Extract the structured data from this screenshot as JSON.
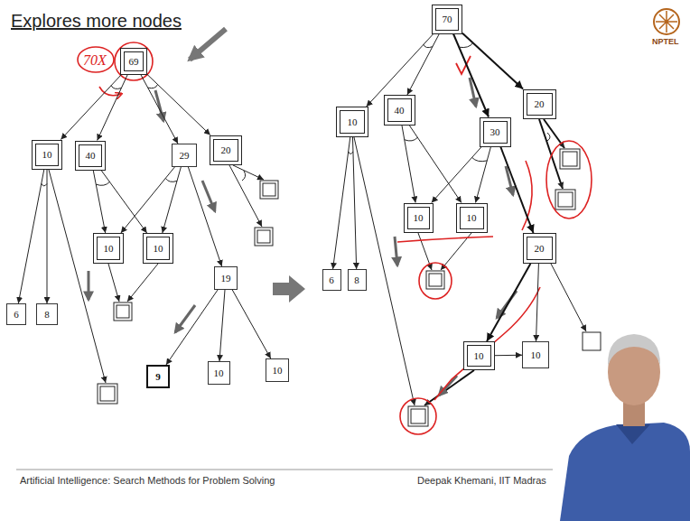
{
  "diagram": {
    "title": "Explores more nodes",
    "nodes": [
      {
        "text": [
          "69"
        ]
      },
      {
        "text": [
          "10"
        ]
      },
      {
        "text": [
          "40"
        ]
      },
      {
        "text": [
          "29"
        ]
      },
      {
        "text": [
          "20"
        ]
      },
      {
        "text": [
          "10"
        ]
      },
      {
        "text": [
          "10"
        ]
      },
      {
        "text": [
          "19"
        ]
      },
      {
        "text": [
          "6"
        ]
      },
      {
        "text": [
          "8"
        ]
      },
      {
        "text": [
          "9"
        ]
      },
      {
        "text": [
          "10"
        ]
      },
      {
        "text": [
          "10"
        ]
      },
      {
        "text": [
          "70"
        ]
      },
      {
        "text": [
          "10"
        ]
      },
      {
        "text": [
          "40"
        ]
      },
      {
        "text": [
          "30"
        ]
      },
      {
        "text": [
          "20"
        ]
      },
      {
        "text": [
          "10"
        ]
      },
      {
        "text": [
          "10"
        ]
      },
      {
        "text": [
          "20"
        ]
      },
      {
        "text": [
          "6"
        ]
      },
      {
        "text": [
          "8"
        ]
      },
      {
        "text": [
          "10"
        ]
      },
      {
        "text": [
          "10"
        ]
      }
    ],
    "edges": [
      {
        "from": 0,
        "to": 1,
        "arrow": "to"
      },
      {
        "from": 0,
        "to": 2,
        "arrow": "to"
      },
      {
        "from": 0,
        "to": 3,
        "arrow": "to"
      },
      {
        "from": 0,
        "to": 4,
        "arrow": "to"
      },
      {
        "from": 1,
        "to": 8,
        "arrow": "to"
      },
      {
        "from": 1,
        "to": 9,
        "arrow": "to"
      },
      {
        "from": 2,
        "to": 5,
        "arrow": "to"
      },
      {
        "from": 2,
        "to": 6,
        "arrow": "to"
      },
      {
        "from": 3,
        "to": 5,
        "arrow": "to"
      },
      {
        "from": 3,
        "to": 6,
        "arrow": "to"
      },
      {
        "from": 3,
        "to": 7,
        "arrow": "to"
      },
      {
        "from": 7,
        "to": 10,
        "arrow": "to"
      },
      {
        "from": 7,
        "to": 11,
        "arrow": "to"
      },
      {
        "from": 7,
        "to": 12,
        "arrow": "to"
      },
      {
        "from": 13,
        "to": 14,
        "arrow": "to"
      },
      {
        "from": 13,
        "to": 15,
        "arrow": "to"
      },
      {
        "from": 13,
        "to": 16,
        "arrow": "to"
      },
      {
        "from": 13,
        "to": 17,
        "arrow": "to"
      },
      {
        "from": 14,
        "to": 21,
        "arrow": "to"
      },
      {
        "from": 14,
        "to": 22,
        "arrow": "to"
      },
      {
        "from": 15,
        "to": 18,
        "arrow": "to"
      },
      {
        "from": 15,
        "to": 19,
        "arrow": "to"
      },
      {
        "from": 16,
        "to": 18,
        "arrow": "to"
      },
      {
        "from": 16,
        "to": 19,
        "arrow": "to"
      },
      {
        "from": 16,
        "to": 20,
        "arrow": "to"
      },
      {
        "from": 20,
        "to": 23,
        "arrow": "to"
      },
      {
        "from": 20,
        "to": 24,
        "arrow": "to"
      },
      {
        "from": 23,
        "to": 24,
        "arrow": "to"
      }
    ],
    "labels": [
      "70X",
      "NPTEL",
      "Artificial Intelligence: Search Methods for Problem Solving",
      "Deepak Khemani, IIT Madras"
    ]
  }
}
